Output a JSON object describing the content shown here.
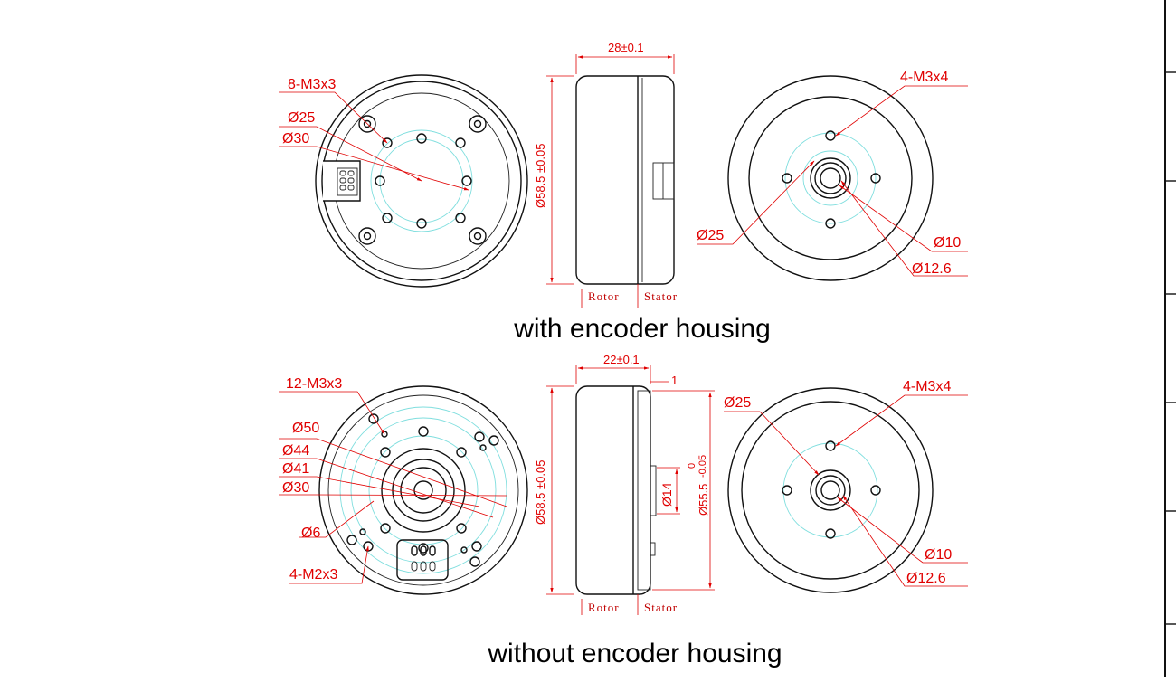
{
  "captions": {
    "top": "with  encoder housing",
    "bottom": "without  encoder housing"
  },
  "top": {
    "front_labels": {
      "screws": "8-M3x3",
      "dia_25": "Ø25",
      "dia_30": "Ø30"
    },
    "side_labels": {
      "width": "28±0.1",
      "height": "Ø58.5 ±0.05",
      "rotor": "Rotor",
      "stator": "Stator"
    },
    "back_labels": {
      "screws": "4-M3x4",
      "dia_25": "Ø25",
      "dia_10": "Ø10",
      "dia_12_6": "Ø12.6"
    }
  },
  "bottom": {
    "front_labels": {
      "screws": "12-M3x3",
      "dia_50": "Ø50",
      "dia_44": "Ø44",
      "dia_41": "Ø41",
      "dia_30": "Ø30",
      "dia_6": "Ø6",
      "screws_small": "4-M2x3"
    },
    "side_labels": {
      "width": "22±0.1",
      "gap": "1",
      "height": "Ø58.5 ±0.05",
      "shaft": "Ø14",
      "stator_dia": "Ø55.5",
      "tol_upper": "0",
      "tol_lower": "-0.05",
      "rotor": "Rotor",
      "stator": "Stator"
    },
    "back_labels": {
      "screws": "4-M3x4",
      "dia_25": "Ø25",
      "dia_10": "Ø10",
      "dia_12_6": "Ø12.6"
    }
  },
  "colors": {
    "dimension": "#e00000",
    "outline": "#111111",
    "construction": "#7fdede"
  }
}
